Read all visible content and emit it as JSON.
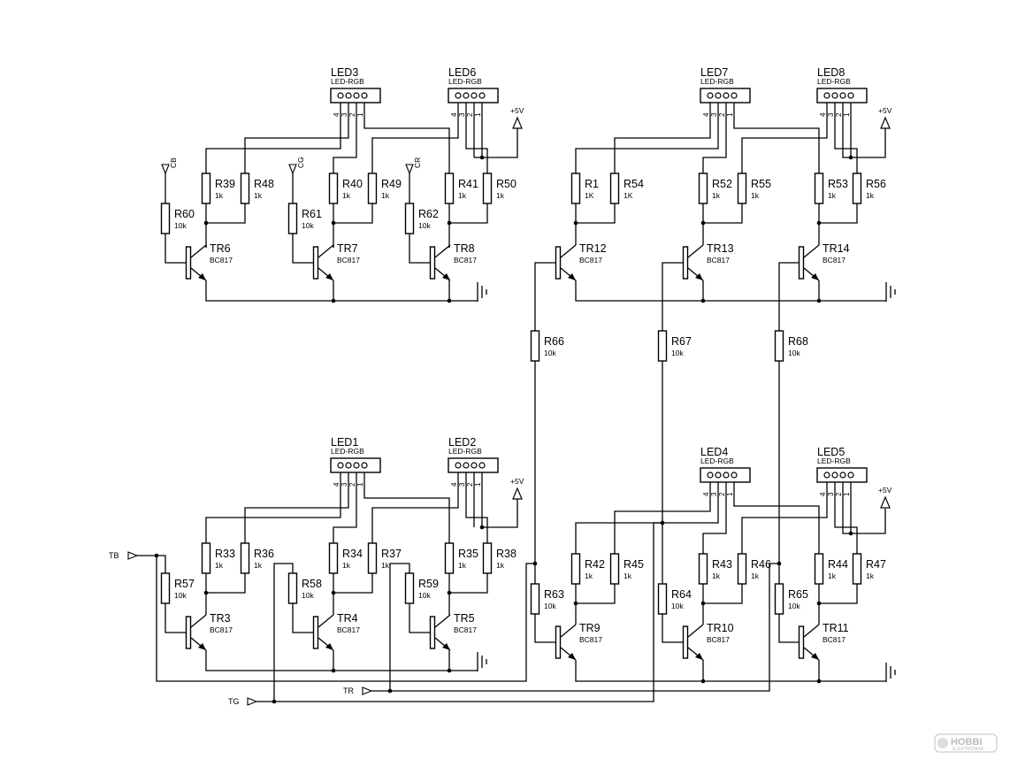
{
  "schematic": {
    "leds": [
      {
        "ref": "LED3",
        "value": "LED-RGB",
        "pins": [
          "4",
          "3",
          "2",
          "1"
        ]
      },
      {
        "ref": "LED6",
        "value": "LED-RGB",
        "pins": [
          "4",
          "3",
          "2",
          "1"
        ]
      },
      {
        "ref": "LED7",
        "value": "LED-RGB",
        "pins": [
          "4",
          "3",
          "2",
          "1"
        ]
      },
      {
        "ref": "LED8",
        "value": "LED-RGB",
        "pins": [
          "4",
          "3",
          "2",
          "1"
        ]
      },
      {
        "ref": "LED1",
        "value": "LED-RGB",
        "pins": [
          "4",
          "3",
          "2",
          "1"
        ]
      },
      {
        "ref": "LED2",
        "value": "LED-RGB",
        "pins": [
          "4",
          "3",
          "2",
          "1"
        ]
      },
      {
        "ref": "LED4",
        "value": "LED-RGB",
        "pins": [
          "4",
          "3",
          "2",
          "1"
        ]
      },
      {
        "ref": "LED5",
        "value": "LED-RGB",
        "pins": [
          "4",
          "3",
          "2",
          "1"
        ]
      }
    ],
    "resistors": [
      {
        "ref": "R39",
        "value": "1k"
      },
      {
        "ref": "R48",
        "value": "1k"
      },
      {
        "ref": "R40",
        "value": "1k"
      },
      {
        "ref": "R49",
        "value": "1k"
      },
      {
        "ref": "R41",
        "value": "1k"
      },
      {
        "ref": "R50",
        "value": "1k"
      },
      {
        "ref": "R60",
        "value": "10k"
      },
      {
        "ref": "R61",
        "value": "10k"
      },
      {
        "ref": "R62",
        "value": "10k"
      },
      {
        "ref": "R1",
        "value": "1K"
      },
      {
        "ref": "R54",
        "value": "1K"
      },
      {
        "ref": "R52",
        "value": "1k"
      },
      {
        "ref": "R55",
        "value": "1k"
      },
      {
        "ref": "R53",
        "value": "1k"
      },
      {
        "ref": "R56",
        "value": "1k"
      },
      {
        "ref": "R66",
        "value": "10k"
      },
      {
        "ref": "R67",
        "value": "10k"
      },
      {
        "ref": "R68",
        "value": "10k"
      },
      {
        "ref": "R33",
        "value": "1k"
      },
      {
        "ref": "R36",
        "value": "1k"
      },
      {
        "ref": "R34",
        "value": "1k"
      },
      {
        "ref": "R37",
        "value": "1k"
      },
      {
        "ref": "R35",
        "value": "1k"
      },
      {
        "ref": "R38",
        "value": "1k"
      },
      {
        "ref": "R57",
        "value": "10k"
      },
      {
        "ref": "R58",
        "value": "10k"
      },
      {
        "ref": "R59",
        "value": "10k"
      },
      {
        "ref": "R42",
        "value": "1k"
      },
      {
        "ref": "R45",
        "value": "1k"
      },
      {
        "ref": "R43",
        "value": "1k"
      },
      {
        "ref": "R46",
        "value": "1k"
      },
      {
        "ref": "R44",
        "value": "1k"
      },
      {
        "ref": "R47",
        "value": "1k"
      },
      {
        "ref": "R63",
        "value": "10k"
      },
      {
        "ref": "R64",
        "value": "10k"
      },
      {
        "ref": "R65",
        "value": "10k"
      }
    ],
    "transistors": [
      {
        "ref": "TR6",
        "value": "BC817"
      },
      {
        "ref": "TR7",
        "value": "BC817"
      },
      {
        "ref": "TR8",
        "value": "BC817"
      },
      {
        "ref": "TR12",
        "value": "BC817"
      },
      {
        "ref": "TR13",
        "value": "BC817"
      },
      {
        "ref": "TR14",
        "value": "BC817"
      },
      {
        "ref": "TR3",
        "value": "BC817"
      },
      {
        "ref": "TR4",
        "value": "BC817"
      },
      {
        "ref": "TR5",
        "value": "BC817"
      },
      {
        "ref": "TR9",
        "value": "BC817"
      },
      {
        "ref": "TR10",
        "value": "BC817"
      },
      {
        "ref": "TR11",
        "value": "BC817"
      }
    ],
    "power_labels": [
      "+5V",
      "+5V",
      "+5V",
      "+5V"
    ],
    "input_labels": [
      "CB",
      "CG",
      "CR"
    ],
    "terminals": [
      "TB",
      "TR",
      "TG"
    ],
    "logo": {
      "text": "HOBBI",
      "sub": "ELEKTRONIKA"
    }
  }
}
